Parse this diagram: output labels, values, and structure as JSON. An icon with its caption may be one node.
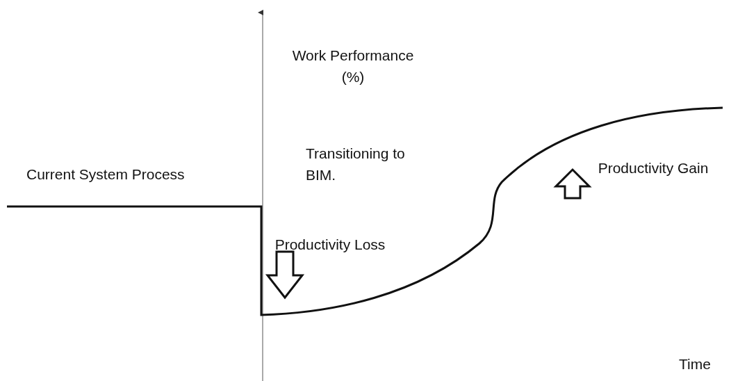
{
  "diagram": {
    "labels": [
      "Work Performance (%)",
      "Current System Process",
      "Transitioning to BIM.",
      "Productivity Loss",
      "Productivity Gain",
      "Time"
    ]
  }
}
